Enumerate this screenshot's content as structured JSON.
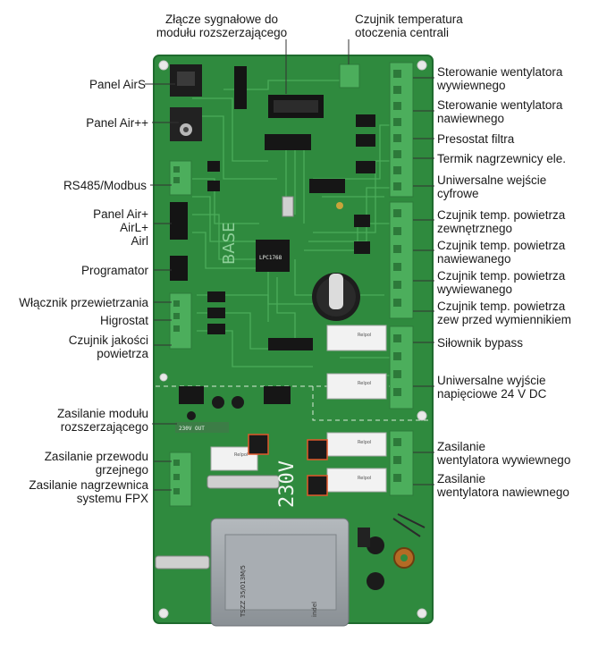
{
  "labels": {
    "top_left": "Złącze sygnałowe do\nmodułu rozszerzającego",
    "top_right": "Czujnik temperatura\notoczenia centrali",
    "left": [
      "Panel AirS",
      "Panel Air++",
      "RS485/Modbus",
      "Panel Air+\nAirL+\nAirl",
      "Programator",
      "Włącznik przewietrzania",
      "Higrostat",
      "Czujnik jakości\npowietrza",
      "Zasilanie modułu\nrozszerzającego",
      "Zasilanie przewodu\ngrzejnego",
      "Zasilanie nagrzewnica\nsystemu FPX"
    ],
    "right": [
      "Sterowanie wentylatora\nwywiewnego",
      "Sterowanie wentylatora\nnawiewnego",
      "Presostat filtra",
      "Termik nagrzewnicy ele.",
      "Uniwersalne wejście\ncyfrowe",
      "Czujnik temp. powietrza\nzewnętrznego",
      "Czujnik temp. powietrza\nnawiewanego",
      "Czujnik temp. powietrza\nwywiewanego",
      "Czujnik temp. powietrza\nzew przed wymiennikiem",
      "Siłownik bypass",
      "Uniwersalne wyjście\nnapięciowe 24 V DC",
      "Zasilanie\nwentylatora wywiewnego",
      "Zasilanie\nwentylatora nawiewnego"
    ]
  },
  "silkscreen": {
    "board_name": "BASE",
    "voltage": "230V",
    "transformer_brand": "indel",
    "transformer_model": "TSZZ 35/013M/5",
    "out_label": "230V OUT",
    "cpu_label": "LPC1768"
  },
  "colors": {
    "board": "#2f8a3e",
    "board_dark": "#1f6b2e",
    "trace": "#43a052",
    "terminal": "#4cae5c",
    "relay": "#f2f2f2",
    "transformer": "#9aa0a6",
    "text": "#1a1a1a",
    "leader": "#333333"
  }
}
